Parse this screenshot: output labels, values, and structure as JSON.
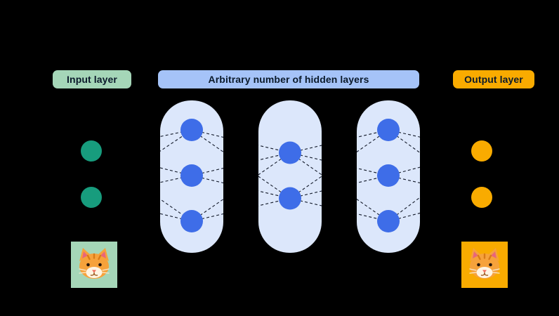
{
  "badges": {
    "input": {
      "label": "Input layer"
    },
    "hidden": {
      "label": "Arbitrary number of hidden layers"
    },
    "output": {
      "label": "Output layer"
    }
  },
  "colors": {
    "background": "#000000",
    "badge_input_bg": "#A5D6B8",
    "badge_hidden_bg": "#A5C3F8",
    "badge_output_bg": "#F9AB00",
    "badge_text": "#0B1A2B",
    "input_node": "#179C7D",
    "hidden_node": "#3E6DE8",
    "hidden_panel": "#DCE7FB",
    "output_node": "#F9AB00",
    "edge": "#131A2A",
    "cat_left_bg": "#A5D6B8",
    "cat_right_bg": "#F9AB00"
  },
  "network": {
    "input": {
      "count": 2
    },
    "hidden_layers": [
      {
        "count": 3
      },
      {
        "count": 2
      },
      {
        "count": 3
      }
    ],
    "output": {
      "count": 2
    },
    "edge_style": "dashed"
  },
  "icons": {
    "left_image": "cat-face-icon",
    "right_image": "cat-face-icon"
  }
}
